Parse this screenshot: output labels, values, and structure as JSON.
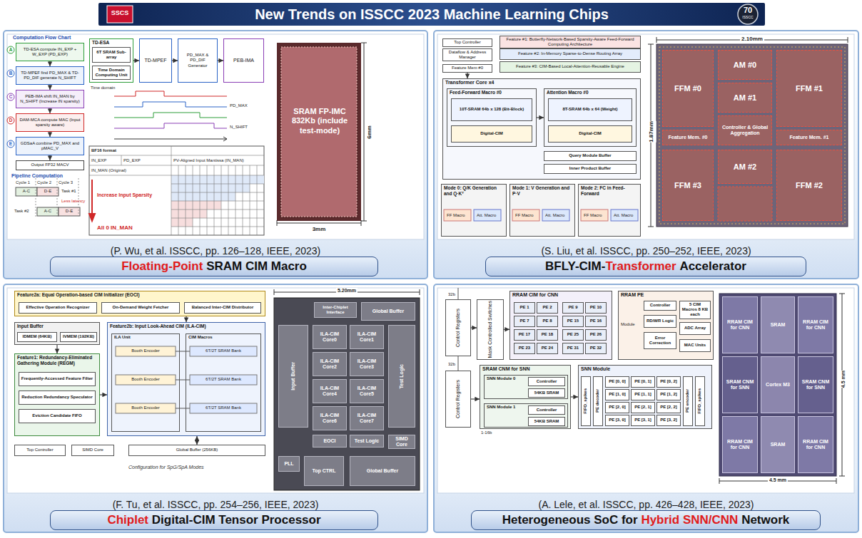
{
  "diagram": {
    "title": "New Trends on ISSCC 2023 Machine Learning Chips",
    "nodes": [
      {
        "text": [
          "(P. Wu, et al. ISSCC, pp. 126–128, IEEE, 2023)"
        ]
      },
      {
        "text": [
          "Floating-Point",
          "SRAM CIM Macro"
        ],
        "in": 0
      },
      {
        "text": [
          "TD-ESA compute IN_EXP + W_EXP (PD_EXP)"
        ],
        "in": 0
      },
      {
        "text": [
          "TD-MPEF find PD_MAX & TD-PD_DIF generate N_SHIFT"
        ],
        "in": 0
      },
      {
        "text": [
          "PEB-IMA shift IN_MAN by N_SHIFT (Increase IN sparsity)"
        ],
        "in": 0
      },
      {
        "text": [
          "DAM-MCA compute MAC (Input sparsity aware)"
        ],
        "in": 0
      },
      {
        "text": [
          "GDSaA combine PD_MAX and pMAC_V"
        ],
        "in": 0
      },
      {
        "text": [
          "Output FP32 MACV"
        ],
        "in": 0
      },
      {
        "text": [
          "TD-ESA"
        ],
        "in": 0
      },
      {
        "text": [
          "6T SRAM Sub-array"
        ],
        "in": 8
      },
      {
        "text": [
          "Time Domain Computing Unit"
        ],
        "in": 8
      },
      {
        "text": [
          "TD-MPEF"
        ],
        "in": 0
      },
      {
        "text": [
          "PD_MAX & PD_DIF Generator"
        ],
        "in": 0
      },
      {
        "text": [
          "PEB-IMA"
        ],
        "in": 0
      },
      {
        "text": [
          "SRAM FP-IMC 832Kb (include test-mode)"
        ],
        "in": 0
      },
      {
        "text": [
          "(S. Liu, et al. ISSCC, pp. 250–252, IEEE, 2023)"
        ]
      },
      {
        "text": [
          "BFLY-CIM-",
          "Transformer",
          "Accelerator"
        ],
        "in": 15
      },
      {
        "text": [
          "Top Controller"
        ],
        "in": 15
      },
      {
        "text": [
          "Dataflow & Address Manager"
        ],
        "in": 15
      },
      {
        "text": [
          "Feature #1: Butterfly-Network-Based Sparsity-Aware Feed-Forward Computing Architecture"
        ],
        "in": 15
      },
      {
        "text": [
          "Feature #2: In-Memory Sparse-to-Dense Routing Array"
        ],
        "in": 15
      },
      {
        "text": [
          "Feature #3: CIM-Based Local-Attention-Reusable Engine"
        ],
        "in": 15
      },
      {
        "text": [
          "Feature Mem #0"
        ],
        "in": 15
      },
      {
        "text": [
          "Transformer Core x4"
        ],
        "in": 15
      },
      {
        "text": [
          "Feed-Forward Macro #0"
        ],
        "in": 23
      },
      {
        "text": [
          "10T-SRAM 64b x 128 (Bit-Block)"
        ],
        "in": 24
      },
      {
        "text": [
          "Digital-CIM"
        ],
        "in": 24
      },
      {
        "text": [
          "Attention Macro #0"
        ],
        "in": 23
      },
      {
        "text": [
          "8T-SRAM 64b x 64 (Weight)"
        ],
        "in": 27
      },
      {
        "text": [
          "Digital-CIM"
        ],
        "in": 27
      },
      {
        "text": [
          "Query Module Buffer"
        ],
        "in": 23
      },
      {
        "text": [
          "Inner Product Buffer"
        ],
        "in": 23
      },
      {
        "text": [
          "Mode 0: Q/K Generation and Q·Kᵀ"
        ],
        "in": 15
      },
      {
        "text": [
          "Mode 1: V Generation and P·V"
        ],
        "in": 15
      },
      {
        "text": [
          "Mode 2: FC in Feed-Forward"
        ],
        "in": 15
      },
      {
        "text": [
          "FFM #0"
        ],
        "in": 15
      },
      {
        "text": [
          "AM #0"
        ],
        "in": 15
      },
      {
        "text": [
          "AM #1"
        ],
        "in": 15
      },
      {
        "text": [
          "FFM #1"
        ],
        "in": 15
      },
      {
        "text": [
          "Feature Mem. #0"
        ],
        "in": 15
      },
      {
        "text": [
          "Controller & Global Aggregation"
        ],
        "in": 15
      },
      {
        "text": [
          "Feature Mem. #1"
        ],
        "in": 15
      },
      {
        "text": [
          "FFM #3"
        ],
        "in": 15
      },
      {
        "text": [
          "AM #2"
        ],
        "in": 15
      },
      {
        "text": [
          "FFM #2"
        ],
        "in": 15
      },
      {
        "text": [
          "(F. Tu, et al. ISSCC, pp. 254–256, IEEE, 2023)"
        ]
      },
      {
        "text": [
          "Chiplet",
          "Digital-CIM Tensor Processor"
        ],
        "in": 45
      },
      {
        "text": [
          "Feature2a: Equal Operation-based CIM Initializer (EOCI)"
        ],
        "in": 45
      },
      {
        "text": [
          "Effective Operation Recognizer"
        ],
        "in": 47
      },
      {
        "text": [
          "On-Demand Weight Fetcher"
        ],
        "in": 47
      },
      {
        "text": [
          "Balanced Inter-CIM Distributor"
        ],
        "in": 47
      },
      {
        "text": [
          "Input Buffer"
        ],
        "in": 45
      },
      {
        "text": [
          "IDMEM (64KB)"
        ],
        "in": 51
      },
      {
        "text": [
          "IVMEM (192KB)"
        ],
        "in": 51
      },
      {
        "text": [
          "Feature1: Redundancy-Eliminated Gathering Module (REGM)"
        ],
        "in": 45
      },
      {
        "text": [
          "Frequently-Accessed Feature Filter"
        ],
        "in": 54
      },
      {
        "text": [
          "Reduction Redundancy Speculator"
        ],
        "in": 54
      },
      {
        "text": [
          "Eviction Candidate FIFO"
        ],
        "in": 54
      },
      {
        "text": [
          "Feature2b: Input Look-Ahead CIM (ILA-CIM)"
        ],
        "in": 45
      },
      {
        "text": [
          "ILA Unit"
        ],
        "in": 58
      },
      {
        "text": [
          "CIM Macros"
        ],
        "in": 58
      },
      {
        "text": [
          "Top Controller"
        ],
        "in": 45
      },
      {
        "text": [
          "SIMD Core"
        ],
        "in": 45
      },
      {
        "text": [
          "Global Buffer (256KB)"
        ],
        "in": 45
      },
      {
        "text": [
          "Inter-Chiplet Interface"
        ],
        "in": 45
      },
      {
        "text": [
          "Global Buffer"
        ],
        "in": 45
      },
      {
        "text": [
          "Input Buffer"
        ],
        "in": 45
      },
      {
        "text": [
          "ILA-CIM Core0"
        ],
        "in": 45
      },
      {
        "text": [
          "ILA-CIM Core1"
        ],
        "in": 45
      },
      {
        "text": [
          "ILA-CIM Core2"
        ],
        "in": 45
      },
      {
        "text": [
          "ILA-CIM Core3"
        ],
        "in": 45
      },
      {
        "text": [
          "ILA-CIM Core4"
        ],
        "in": 45
      },
      {
        "text": [
          "ILA-CIM Core5"
        ],
        "in": 45
      },
      {
        "text": [
          "ILA-CIM Core6"
        ],
        "in": 45
      },
      {
        "text": [
          "ILA-CIM Core7"
        ],
        "in": 45
      },
      {
        "text": [
          "Test Logic"
        ],
        "in": 45
      },
      {
        "text": [
          "EOCI"
        ],
        "in": 45
      },
      {
        "text": [
          "Test Logic"
        ],
        "in": 45
      },
      {
        "text": [
          "SIMD Core"
        ],
        "in": 45
      },
      {
        "text": [
          "PLL"
        ],
        "in": 45
      },
      {
        "text": [
          "Top CTRL"
        ],
        "in": 45
      },
      {
        "text": [
          "Global Buffer"
        ],
        "in": 45
      },
      {
        "text": [
          "(A. Lele, et al. ISSCC, pp. 426–428, IEEE, 2023)"
        ]
      },
      {
        "text": [
          "Heterogeneous SoC for",
          "Hybrid SNN/CNN",
          "Network"
        ],
        "in": 82
      },
      {
        "text": [
          "Control Registers"
        ],
        "in": 82
      },
      {
        "text": [
          "Mask Controlled Switches"
        ],
        "in": 82
      },
      {
        "text": [
          "RRAM CIM for CNN"
        ],
        "in": 82
      },
      {
        "text": [
          "PE 1"
        ],
        "in": 86
      },
      {
        "text": [
          "PE 2"
        ],
        "in": 86
      },
      {
        "text": [
          "PE 9"
        ],
        "in": 86
      },
      {
        "text": [
          "PE 10"
        ],
        "in": 86
      },
      {
        "text": [
          "PE 7"
        ],
        "in": 86
      },
      {
        "text": [
          "PE 8"
        ],
        "in": 86
      },
      {
        "text": [
          "PE 15"
        ],
        "in": 86
      },
      {
        "text": [
          "PE 16"
        ],
        "in": 86
      },
      {
        "text": [
          "PE 17"
        ],
        "in": 86
      },
      {
        "text": [
          "PE 18"
        ],
        "in": 86
      },
      {
        "text": [
          "PE 25"
        ],
        "in": 86
      },
      {
        "text": [
          "PE 26"
        ],
        "in": 86
      },
      {
        "text": [
          "PE 23"
        ],
        "in": 86
      },
      {
        "text": [
          "PE 24"
        ],
        "in": 86
      },
      {
        "text": [
          "PE 31"
        ],
        "in": 86
      },
      {
        "text": [
          "PE 32"
        ],
        "in": 86
      },
      {
        "text": [
          "RRAM PE"
        ],
        "in": 82
      },
      {
        "text": [
          "Controller"
        ],
        "in": 103
      },
      {
        "text": [
          "5 CIM Macros 8 KB each"
        ],
        "in": 103
      },
      {
        "text": [
          "RD/WR Logic"
        ],
        "in": 103
      },
      {
        "text": [
          "ADC Array"
        ],
        "in": 103
      },
      {
        "text": [
          "Error Correction"
        ],
        "in": 103
      },
      {
        "text": [
          "MAC Units"
        ],
        "in": 103
      },
      {
        "text": [
          "Control Registers"
        ],
        "in": 82
      },
      {
        "text": [
          "SRAM CNM for SNN"
        ],
        "in": 82
      },
      {
        "text": [
          "SNN Module 0"
        ],
        "in": 111
      },
      {
        "text": [
          "Controller"
        ],
        "in": 112
      },
      {
        "text": [
          "54KB SRAM"
        ],
        "in": 112
      },
      {
        "text": [
          "SNN Module 1"
        ],
        "in": 111
      },
      {
        "text": [
          "Controller"
        ],
        "in": 115
      },
      {
        "text": [
          "54KB SRAM"
        ],
        "in": 115
      },
      {
        "text": [
          "SNN Module"
        ],
        "in": 82
      },
      {
        "text": [
          "FIFO_spikes"
        ],
        "in": 118
      },
      {
        "text": [
          "PE decoder"
        ],
        "in": 118
      },
      {
        "text": [
          "PE [0, 0]"
        ],
        "in": 118
      },
      {
        "text": [
          "PE [0, 1]"
        ],
        "in": 118
      },
      {
        "text": [
          "PE [0, 2]"
        ],
        "in": 118
      },
      {
        "text": [
          "PE [1, 0]"
        ],
        "in": 118
      },
      {
        "text": [
          "PE [1, 1]"
        ],
        "in": 118
      },
      {
        "text": [
          "PE [1, 2]"
        ],
        "in": 118
      },
      {
        "text": [
          "PE [2, 0]"
        ],
        "in": 118
      },
      {
        "text": [
          "PE [2, 1]"
        ],
        "in": 118
      },
      {
        "text": [
          "PE [2, 2]"
        ],
        "in": 118
      },
      {
        "text": [
          "PE [3, 0]"
        ],
        "in": 118
      },
      {
        "text": [
          "PE [3, 1]"
        ],
        "in": 118
      },
      {
        "text": [
          "PE [3, 2]"
        ],
        "in": 118
      },
      {
        "text": [
          "PE encoder"
        ],
        "in": 118
      },
      {
        "text": [
          "FIFO_spikes"
        ],
        "in": 118
      },
      {
        "text": [
          "RRAM CIM for CNN"
        ],
        "in": 82
      },
      {
        "text": [
          "SRAM"
        ],
        "in": 82
      },
      {
        "text": [
          "RRAM CIM for CNN"
        ],
        "in": 82
      },
      {
        "text": [
          "SRAM CNM for SNN"
        ],
        "in": 82
      },
      {
        "text": [
          "Cortex M3"
        ],
        "in": 82
      },
      {
        "text": [
          "SRAM CNM for SNN"
        ],
        "in": 82
      },
      {
        "text": [
          "RRAM CIM for CNN"
        ],
        "in": 82
      },
      {
        "text": [
          "SRAM"
        ],
        "in": 82
      },
      {
        "text": [
          "RRAM CIM for CNN"
        ],
        "in": 82
      }
    ],
    "edges": [
      {
        "from": 2,
        "to": 3,
        "arrow": "to"
      },
      {
        "from": 3,
        "to": 4,
        "arrow": "to"
      },
      {
        "from": 4,
        "to": 5,
        "arrow": "to"
      },
      {
        "from": 5,
        "to": 6,
        "arrow": "to"
      },
      {
        "from": 6,
        "to": 7,
        "arrow": "to"
      },
      {
        "from": 8,
        "to": 11,
        "arrow": "to"
      },
      {
        "from": 11,
        "to": 12,
        "arrow": "to"
      },
      {
        "from": 12,
        "to": 13,
        "arrow": "to"
      },
      {
        "from": 22,
        "to": 23,
        "arrow": "to"
      },
      {
        "from": 24,
        "to": 27,
        "arrow": "to"
      },
      {
        "from": 51,
        "to": 54,
        "arrow": "to"
      },
      {
        "from": 54,
        "to": 58,
        "arrow": "to"
      },
      {
        "from": 47,
        "to": 58,
        "arrow": "to"
      },
      {
        "from": 63,
        "to": 58,
        "arrow": "both"
      },
      {
        "from": 84,
        "to": 85,
        "arrow": "to"
      },
      {
        "from": 85,
        "to": 86,
        "arrow": "to"
      },
      {
        "from": 110,
        "to": 111,
        "arrow": "to"
      },
      {
        "from": 111,
        "to": 118,
        "arrow": "to"
      }
    ],
    "labels": [
      "SSCS",
      "70",
      "ISSCC",
      "Computation Flow Chart",
      "A",
      "B",
      "C",
      "D",
      "E",
      "Pipeline Computation",
      "Cycle 1",
      "Cycle 2",
      "Cycle 3",
      "Task #1",
      "A-C",
      "D-E",
      "Less latency",
      "Task #2",
      "A-C",
      "D-E",
      "Time domain",
      "PD_MAX",
      "N_SHIFT",
      "BF16 format",
      "IN_EXP",
      "PD_EXP",
      "PV-Aligned Input Mantissa (IN_MAN)",
      "IN_MAN (Original)",
      "Increase Input Sparsity",
      "All 0 IN_MAN",
      "6mm",
      "3mm",
      "2.10mm",
      "1.87mm",
      "FF Macro",
      "Att. Macro",
      "FF Macro",
      "Att. Macro",
      "FF Macro",
      "Att. Macro",
      "5.20mm",
      "Configuration for SpG/SpA Modes",
      "Booth Encoder",
      "Booth Encoder",
      "Booth Encoder",
      "6T/2T SRAM Bank",
      "6T/2T SRAM Bank",
      "6T/2T SRAM Bank",
      "32b",
      "32b",
      "1-16b",
      "Module",
      "4.5 mm",
      "4.5 mm"
    ]
  }
}
